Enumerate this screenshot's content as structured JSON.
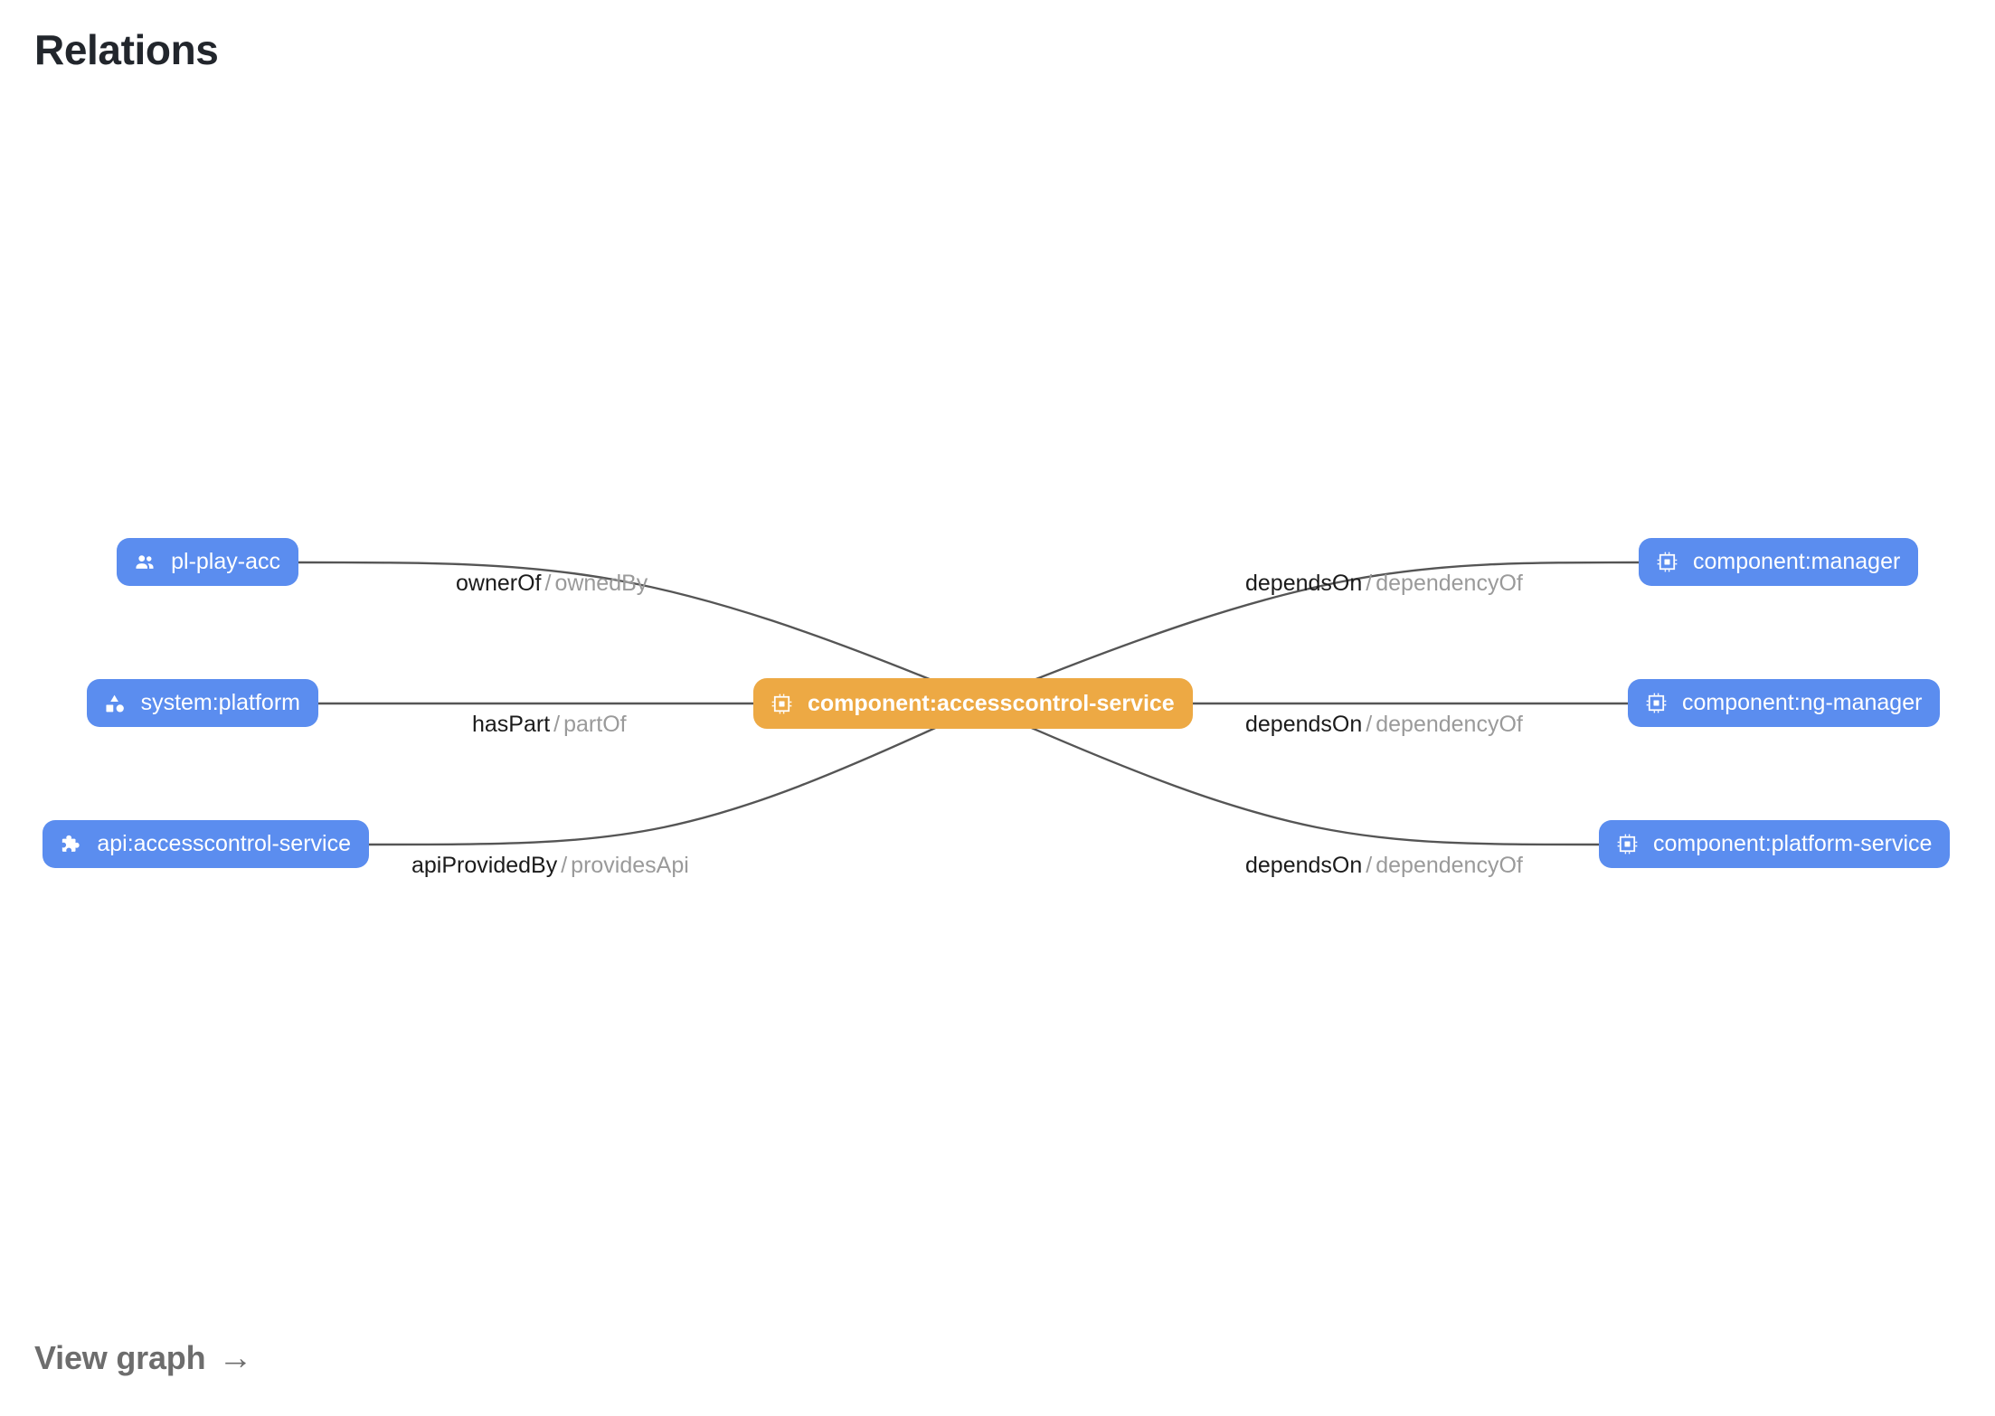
{
  "page": {
    "title": "Relations",
    "background": "#ffffff"
  },
  "colors": {
    "node_blue": "#5b8def",
    "node_orange": "#eda944",
    "edge_stroke": "#555555",
    "label_dark": "#1b1b1b",
    "label_muted": "#9a9a9a",
    "title_text": "#22262c",
    "footer_text": "#6d6d6d"
  },
  "graph": {
    "center": {
      "id": "component:accesscontrol-service",
      "label": "component:accesscontrol-service",
      "icon": "chip-icon",
      "kind": "component",
      "highlighted": true
    },
    "nodes_left": [
      {
        "id": "pl-play-acc",
        "label": "pl-play-acc",
        "icon": "group-icon",
        "kind": "group"
      },
      {
        "id": "system:platform",
        "label": "system:platform",
        "icon": "category-icon",
        "kind": "system"
      },
      {
        "id": "api:accesscontrol-service",
        "label": "api:accesscontrol-service",
        "icon": "puzzle-icon",
        "kind": "api"
      }
    ],
    "nodes_right": [
      {
        "id": "component:manager",
        "label": "component:manager",
        "icon": "chip-icon",
        "kind": "component"
      },
      {
        "id": "component:ng-manager",
        "label": "component:ng-manager",
        "icon": "chip-icon",
        "kind": "component"
      },
      {
        "id": "component:platform-service",
        "label": "component:platform-service",
        "icon": "chip-icon",
        "kind": "component"
      }
    ],
    "edges": [
      {
        "source": "pl-play-acc",
        "target": "component:accesscontrol-service",
        "forward": "ownerOf",
        "separator": "/",
        "reverse": "ownedBy"
      },
      {
        "source": "system:platform",
        "target": "component:accesscontrol-service",
        "forward": "hasPart",
        "separator": "/",
        "reverse": "partOf"
      },
      {
        "source": "api:accesscontrol-service",
        "target": "component:accesscontrol-service",
        "forward": "apiProvidedBy",
        "separator": "/",
        "reverse": "providesApi"
      },
      {
        "source": "component:accesscontrol-service",
        "target": "component:manager",
        "forward": "dependsOn",
        "separator": "/",
        "reverse": "dependencyOf"
      },
      {
        "source": "component:accesscontrol-service",
        "target": "component:ng-manager",
        "forward": "dependsOn",
        "separator": "/",
        "reverse": "dependencyOf"
      },
      {
        "source": "component:accesscontrol-service",
        "target": "component:platform-service",
        "forward": "dependsOn",
        "separator": "/",
        "reverse": "dependencyOf"
      }
    ]
  },
  "footer": {
    "view_graph_label": "View graph",
    "arrow": "→"
  }
}
